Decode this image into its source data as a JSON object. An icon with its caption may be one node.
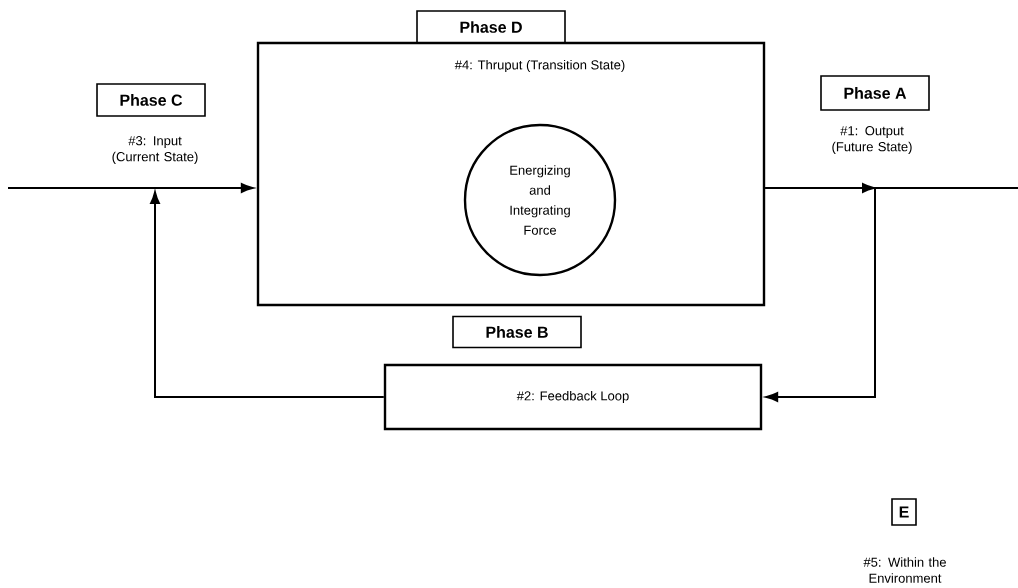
{
  "diagram": {
    "nodes": [
      {
        "text": [
          "Phase D"
        ]
      },
      {
        "text": [
          "#4: Thruput (Transition State)"
        ]
      },
      {
        "text": [
          "Energizing and Integrating Force"
        ],
        "in": 1
      },
      {
        "text": [
          "Phase C"
        ],
        "beside": [
          "#3: Input (Current State)"
        ]
      },
      {
        "text": [
          "Phase A"
        ],
        "beside": [
          "#1: Output (Future State)"
        ]
      },
      {
        "text": [
          "Phase B"
        ]
      },
      {
        "text": [
          "#2: Feedback Loop"
        ]
      },
      {
        "text": [
          "E"
        ],
        "beside": [
          "#5: Within the Environment"
        ]
      }
    ],
    "edges": [
      {
        "from": null,
        "to": 1,
        "arrow": "to"
      },
      {
        "from": 1,
        "to": null,
        "arrow": "to"
      },
      {
        "from": 1,
        "to": 6,
        "arrow": "to"
      },
      {
        "from": 6,
        "to": null,
        "arrow": "to"
      }
    ]
  }
}
